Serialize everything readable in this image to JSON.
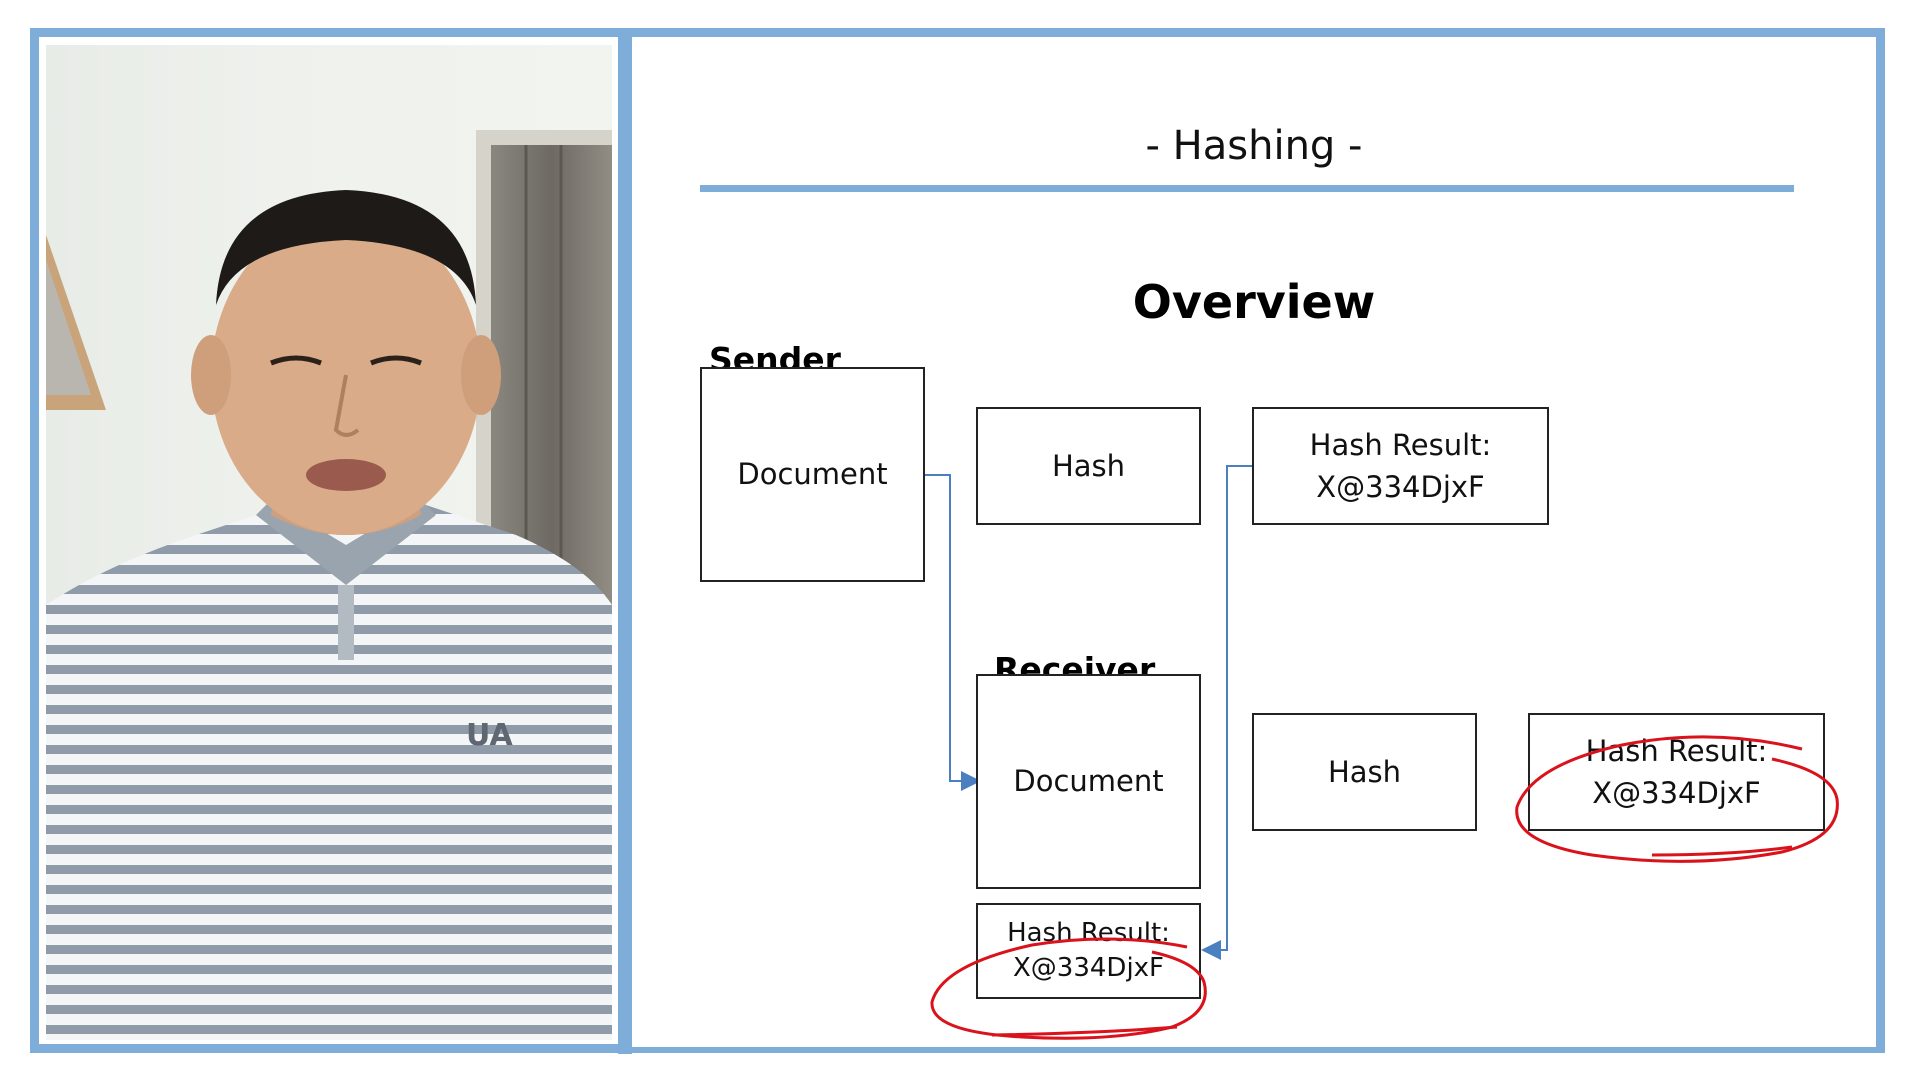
{
  "slide": {
    "title": "- Hashing -",
    "heading": "Overview",
    "sender_label": "Sender",
    "receiver_label": "Receiver",
    "sender": {
      "document": "Document",
      "hash": "Hash",
      "hash_result_label": "Hash Result:",
      "hash_result_value": "X@334DjxF"
    },
    "receiver": {
      "document": "Document",
      "hash": "Hash",
      "hash_result_label": "Hash Result:",
      "hash_result_value": "X@334DjxF",
      "attached_hash_label": "Hash Result:",
      "attached_hash_value": "X@334DjxF"
    }
  },
  "colors": {
    "frame": "#7eadd9",
    "connector": "#4a7fc0",
    "annotation": "#d9121b"
  },
  "icons": {
    "webcam": "presenter-video-feed",
    "connector_arrow": "arrow-head"
  }
}
